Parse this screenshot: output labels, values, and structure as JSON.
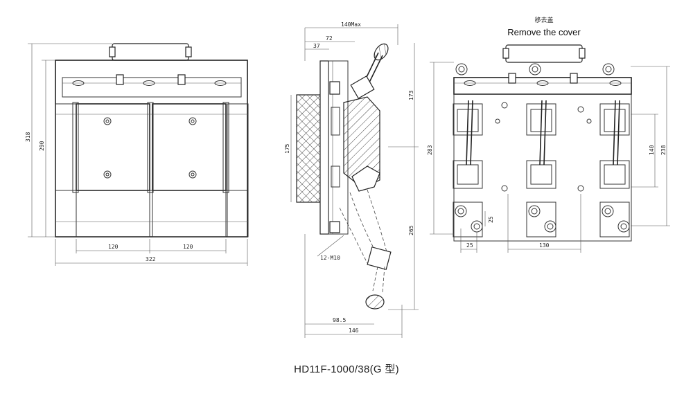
{
  "caption": "HD11F-1000/38(G 型)",
  "annotations": {
    "cover_cn": "移去盖",
    "cover_en": "Remove the cover"
  },
  "front_view": {
    "dims": {
      "overall_height": "318",
      "inner_height": "290",
      "pitch_left": "120",
      "pitch_right": "120",
      "overall_width": "322"
    }
  },
  "side_view": {
    "dims": {
      "max_depth": "140Max",
      "d72": "72",
      "d37": "37",
      "d173": "173",
      "d175": "175",
      "d265": "265",
      "bolt": "12-M10",
      "d98": "98.5",
      "d146": "146"
    }
  },
  "rear_view": {
    "dims": {
      "d283": "283",
      "d140": "140",
      "d238": "238",
      "d25a": "25",
      "d25b": "25",
      "d130": "130"
    }
  }
}
